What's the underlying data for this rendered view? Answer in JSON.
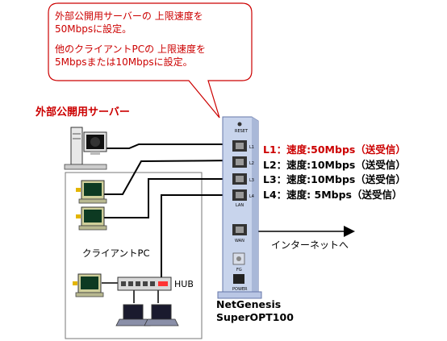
{
  "callout": {
    "line1": "外部公開用サーバーの 上限速度を\n50Mbpsに設定。",
    "line2": "他のクライアントPCの 上限速度を\n5Mbpsまたは10Mbpsに設定。"
  },
  "server_label": "外部公開用サーバー",
  "client_group_label": "クライアントPC",
  "hub_label": "HUB",
  "internet_label": "インターネットへ",
  "router": {
    "name_line1": "NetGenesis",
    "name_line2": "SuperOPT100",
    "reset_label": "RESET",
    "lan_label": "LAN",
    "wan_label": "WAN",
    "fg_label": "FG",
    "power_label": "POWER",
    "port_tags": [
      "L1",
      "L2",
      "L3",
      "L4"
    ]
  },
  "ports": [
    {
      "label": "L1：速度:50Mbps（送受信）"
    },
    {
      "label": "L2：速度:10Mbps（送受信）"
    },
    {
      "label": "L3：速度:10Mbps（送受信）"
    },
    {
      "label": "L4：速度: 5Mbps（送受信）"
    }
  ],
  "colors": {
    "highlight": "#cc0000",
    "callout_border": "#cc0000",
    "router_body": "#c8d4ec"
  }
}
